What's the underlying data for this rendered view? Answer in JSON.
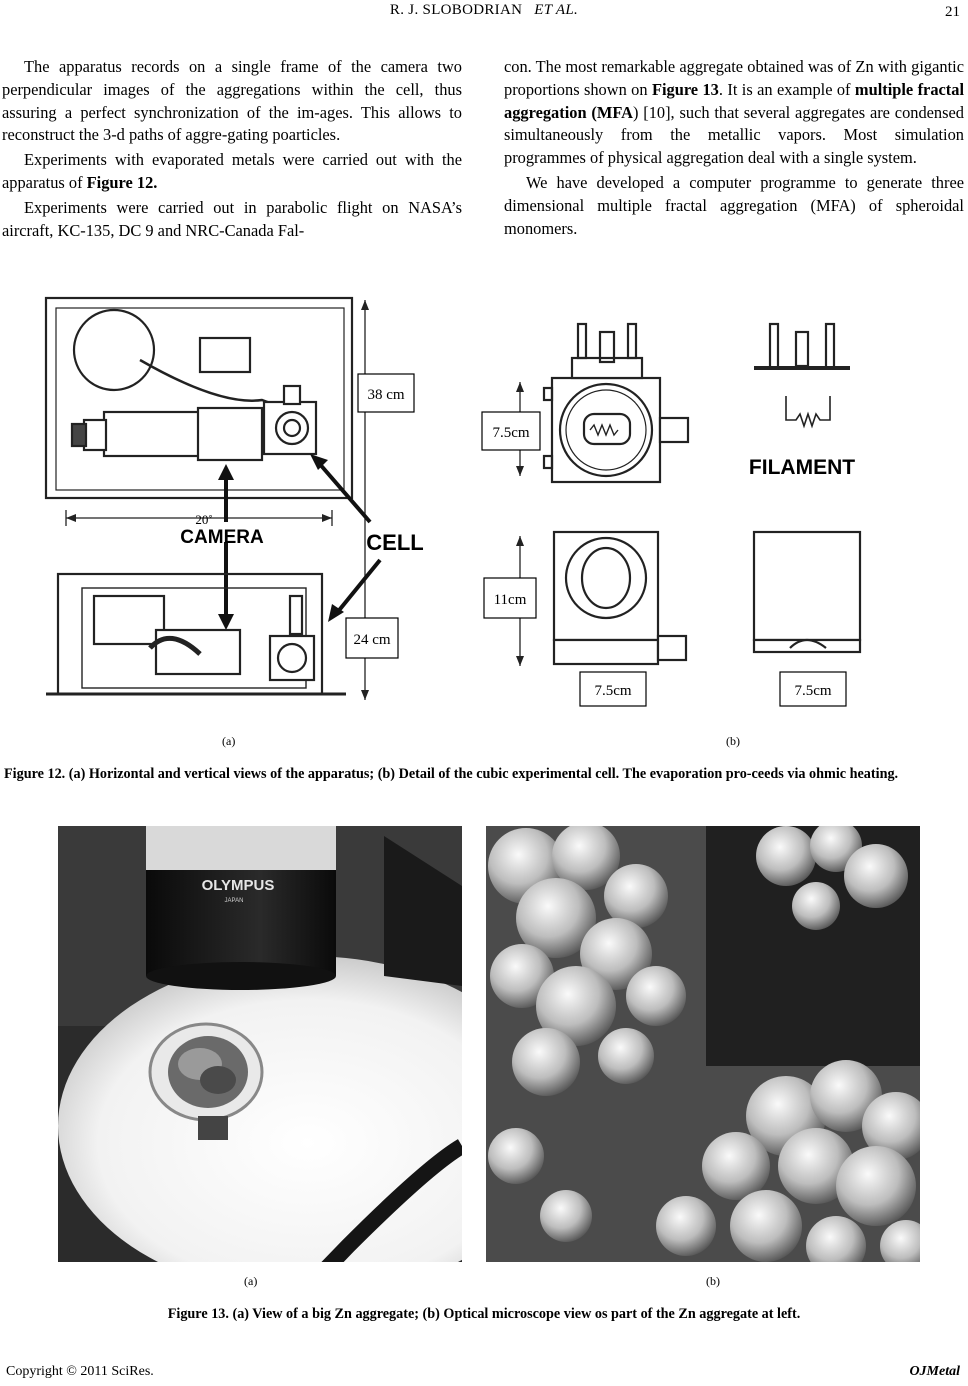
{
  "header": {
    "author": "R. J. SLOBODRIAN",
    "etal": "ET    AL.",
    "page_number": "21"
  },
  "col_left": {
    "p1": "The apparatus records on a single frame of the camera two perpendicular images of the aggregations within the cell, thus assuring a perfect synchronization of the im-ages. This allows to reconstruct the 3-d paths of aggre-gating poarticles.",
    "p2_pre": "Experiments with evaporated metals were carried out with the apparatus of ",
    "p2_bold": "Figure 12.",
    "p3": "Experiments were carried out in parabolic flight on NASA’s aircraft, KC-135, DC 9 and NRC-Canada Fal-"
  },
  "col_right": {
    "p1_a": "con. The most remarkable aggregate obtained was of Zn with gigantic proportions shown on ",
    "p1_b": "Figure 13",
    "p1_c": ". It is an example of ",
    "p1_d": "multiple fractal aggregation (MFA",
    "p1_e": ") [10], such that several aggregates are condensed simultaneously from the metallic vapors. Most simulation programmes of physical aggregation deal with a single system.",
    "p2": "We have developed a computer programme to generate three dimensional multiple fractal aggregation (MFA) of spheroidal monomers."
  },
  "figure12": {
    "labels": {
      "dim_38": "38 cm",
      "dim_24": "24 cm",
      "angle": "20˚",
      "camera": "CAMERA",
      "cell": "CELL",
      "dim_75_top": "7.5cm",
      "dim_11": "11cm",
      "dim_75_bottom_left": "7.5cm",
      "dim_75_bottom_right": "7.5cm",
      "filament": "FILAMENT"
    },
    "sub_a": "(a)",
    "sub_b": "(b)",
    "caption": "Figure 12. (a) Horizontal and vertical views of the apparatus; (b) Detail of the cubic experimental cell. The evaporation pro-ceeds via ohmic heating."
  },
  "figure13": {
    "lens_brand": "OLYMPUS",
    "lens_sub": "JAPAN",
    "sub_a": "(a)",
    "sub_b": "(b)",
    "caption": "Figure 13. (a) View of a big Zn aggregate; (b) Optical microscope view os part of the Zn aggregate at left."
  },
  "footer": {
    "copyright": "Copyright © 2011 SciRes.",
    "journal": "OJMetal"
  }
}
